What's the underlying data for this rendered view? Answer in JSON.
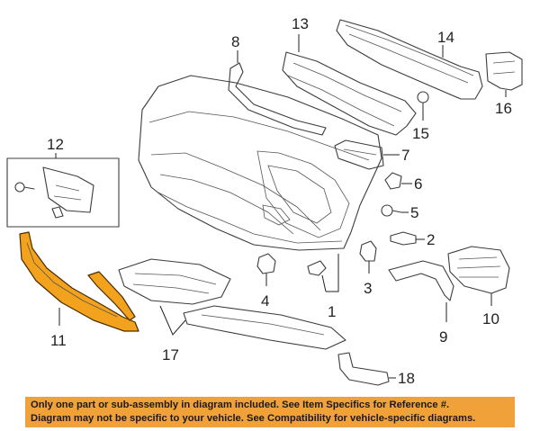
{
  "callouts": {
    "c1": "1",
    "c2": "2",
    "c3": "3",
    "c4": "4",
    "c5": "5",
    "c6": "6",
    "c7": "7",
    "c8": "8",
    "c9": "9",
    "c10": "10",
    "c11": "11",
    "c12": "12",
    "c13": "13",
    "c14": "14",
    "c15": "15",
    "c16": "16",
    "c17": "17",
    "c18": "18"
  },
  "highlight_color": "#f2a21c",
  "banner": {
    "line1": "Only one part or sub-assembly in diagram included. See Item Specifics for Reference #.",
    "line2": "Diagram may not be specific to your vehicle. See Compatibility for vehicle-specific diagrams.",
    "background": "#f1a13a"
  }
}
